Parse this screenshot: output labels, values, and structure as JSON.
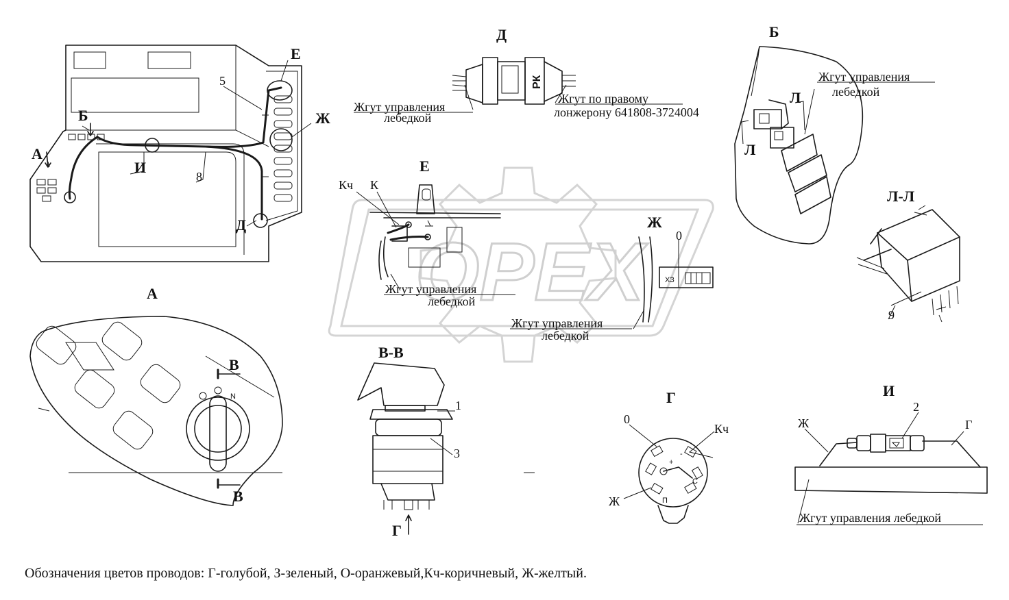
{
  "caption": "Обозначения цветов проводов: Г-голубой,  З-зеленый, О-оранжевый,Кч-коричневый, Ж-желтый.",
  "watermark": "OPEX",
  "views": {
    "d": "Д",
    "e": "Е",
    "b": "Б",
    "zh": "Ж",
    "a": "А",
    "vv": "В-В",
    "g": "Г",
    "i": "И",
    "ll": "Л-Л"
  },
  "labels": {
    "e_main": "Е",
    "five": "5",
    "zh_main": "Ж",
    "b_main": "Б",
    "a_main": "А",
    "i_main": "И",
    "eight": "8",
    "d_main": "Д",
    "harness_winch": "Жгут управления",
    "harness_winch_2": "лебедкой",
    "harness_right_1": "Жгут по правому",
    "harness_right_2": "лонжерону 641808-3724004",
    "pk": "РК",
    "kch": "Кч",
    "k": "К",
    "l1": "Л",
    "l2": "Л",
    "zero": "0",
    "nine": "9",
    "v1": "В",
    "v2": "В",
    "one": "1",
    "three": "3",
    "g_arrow": "Г",
    "g_zero": "0",
    "g_kch": "Кч",
    "g_zh": "Ж",
    "g_plus": "+",
    "g_minus": "-",
    "g_c": "С",
    "g_p": "П",
    "i_zh": "Ж",
    "i_two": "2",
    "i_g": "Г",
    "harness_full": "Жгут управления лебедкой"
  }
}
